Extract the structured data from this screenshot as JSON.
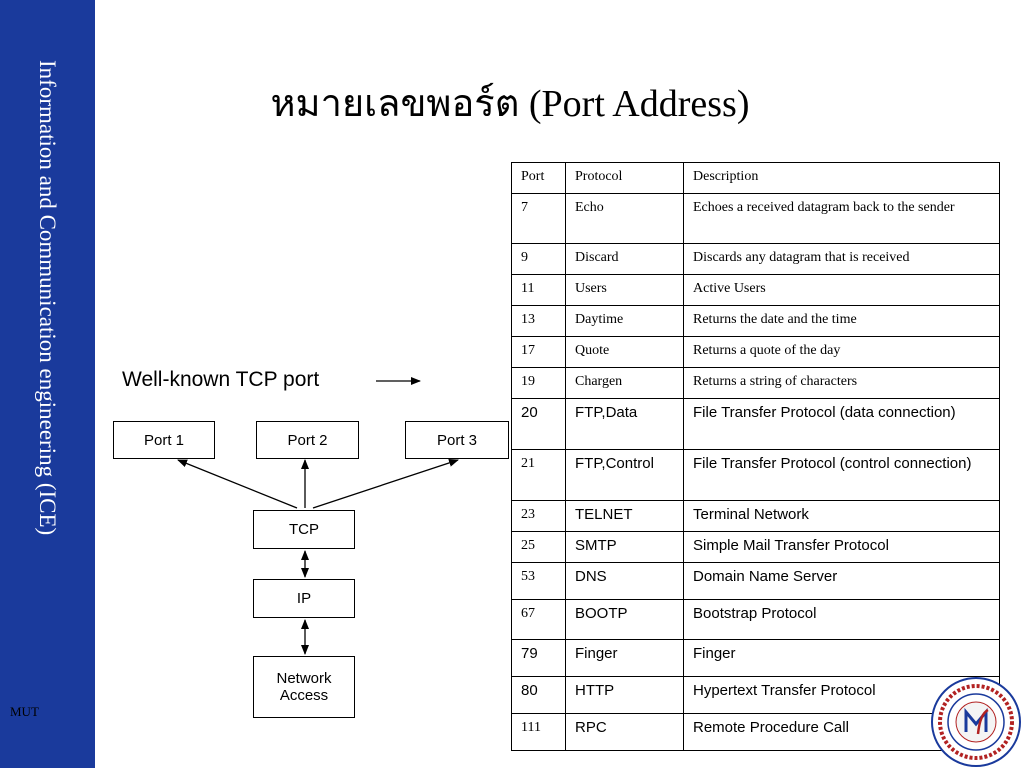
{
  "sidebar": {
    "text": "Information and Communication engineering (ICE)",
    "footer": "MUT"
  },
  "title": "หมายเลขพอร์ต (Port Address)",
  "diagram": {
    "label": "Well-known TCP port",
    "ports": [
      "Port 1",
      "Port 2",
      "Port 3"
    ],
    "tcp": "TCP",
    "ip": "IP",
    "network_line1": "Network",
    "network_line2": "Access"
  },
  "table": {
    "headers": [
      "Port",
      "Protocol",
      "Description"
    ],
    "rows": [
      {
        "port": "7",
        "protocol": "Echo",
        "description": "Echoes a received datagram back to the sender"
      },
      {
        "port": "9",
        "protocol": "Discard",
        "description": "Discards any datagram that is received"
      },
      {
        "port": "11",
        "protocol": "Users",
        "description": "Active Users"
      },
      {
        "port": "13",
        "protocol": "Daytime",
        "description": "Returns the date and the time"
      },
      {
        "port": "17",
        "protocol": "Quote",
        "description": "Returns a quote of the day"
      },
      {
        "port": "19",
        "protocol": "Chargen",
        "description": "Returns a string of characters"
      },
      {
        "port": "20",
        "protocol": "FTP,Data",
        "description": "File Transfer Protocol (data connection)"
      },
      {
        "port": "21",
        "protocol": "FTP,Control",
        "description": "File Transfer Protocol (control connection)"
      },
      {
        "port": "23",
        "protocol": "TELNET",
        "description": "Terminal Network"
      },
      {
        "port": "25",
        "protocol": "SMTP",
        "description": "Simple Mail Transfer Protocol"
      },
      {
        "port": "53",
        "protocol": "DNS",
        "description": "Domain Name Server"
      },
      {
        "port": "67",
        "protocol": "BOOTP",
        "description": "Bootstrap Protocol"
      },
      {
        "port": "79",
        "protocol": "Finger",
        "description": "Finger"
      },
      {
        "port": "80",
        "protocol": "HTTP",
        "description": "Hypertext Transfer Protocol"
      },
      {
        "port": "111",
        "protocol": "RPC",
        "description": "Remote Procedure Call"
      }
    ]
  },
  "colors": {
    "sidebar": "#1a3a9c",
    "logo_red": "#b22222",
    "logo_blue": "#1a3a9c"
  },
  "logo": {
    "icon": "university-seal-icon"
  }
}
